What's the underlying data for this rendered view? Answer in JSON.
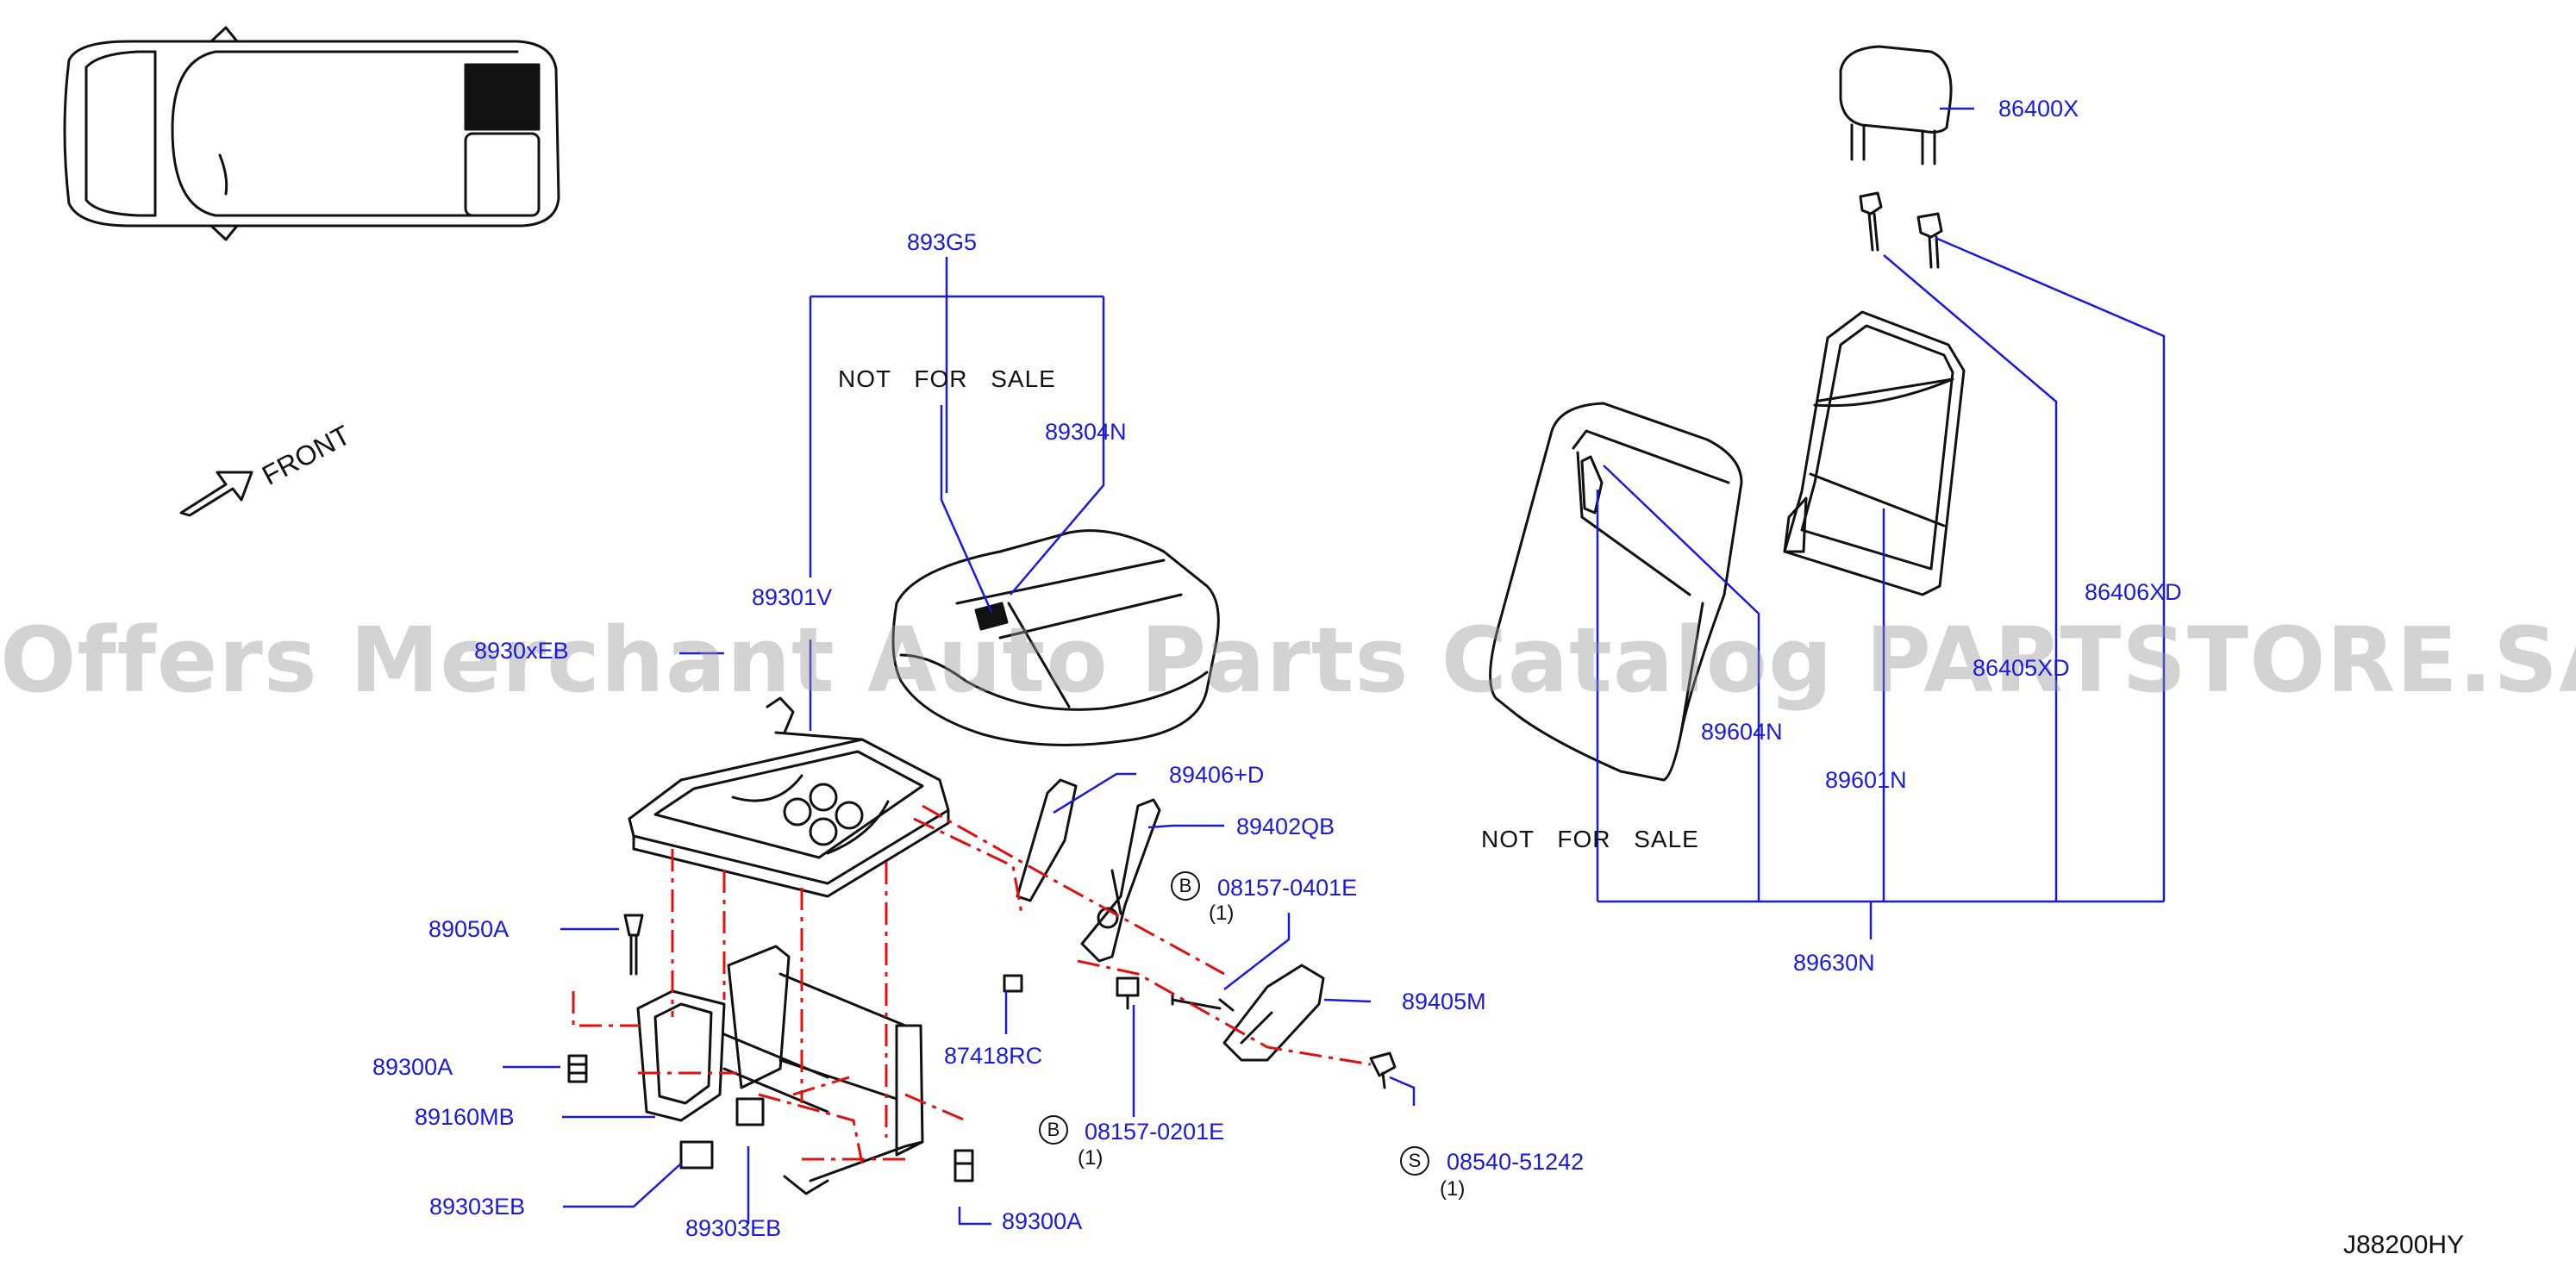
{
  "labels": {
    "p893G5": "893G5",
    "p89304N": "89304N",
    "p89301V": "89301V",
    "p8930xEB": "8930xEB",
    "p89406D": "89406+D",
    "p89402QB": "89402QB",
    "p08157_0401E": "08157-0401E",
    "p89405M": "89405M",
    "p89050A": "89050A",
    "p89300A_left": "89300A",
    "p89160MB": "89160MB",
    "p89303EB_left": "89303EB",
    "p89303EB_bottom": "89303EB",
    "p87418RC": "87418RC",
    "p08157_0201E": "08157-0201E",
    "p89300A_bottom": "89300A",
    "p08540_51242": "08540-51242",
    "p86400X": "86400X",
    "p86406XD": "86406XD",
    "p86405XD": "86405XD",
    "p89604N": "89604N",
    "p89601N": "89601N",
    "p89630N": "89630N"
  },
  "not_for_sale": "NOT FOR SALE",
  "badges": {
    "b1": "B",
    "b2": "B",
    "s1": "S"
  },
  "qty": {
    "q1": "(1)",
    "q2": "(1)",
    "q3": "(1)"
  },
  "front_label": "FRONT",
  "diagram_code": "J88200HY",
  "watermark": "Offers Merchant Auto Parts Catalog PARTSTORE.SA",
  "colors": {
    "label": "#1a1adc",
    "leader": "#1a1adc",
    "dash": "#e01010",
    "ink": "#111111"
  }
}
